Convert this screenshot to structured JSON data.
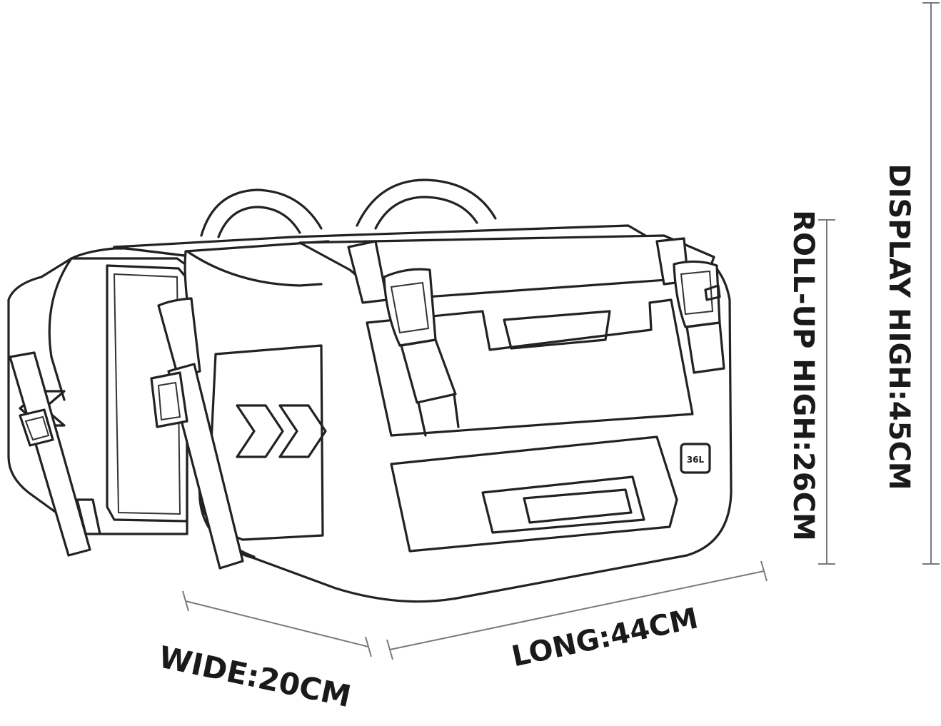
{
  "dimensions": {
    "wide": {
      "label": "WIDE:20CM",
      "value": 20,
      "unit": "CM"
    },
    "long": {
      "label": "LONG:44CM",
      "value": 44,
      "unit": "CM"
    },
    "rollup_high": {
      "label": "ROLL-UP HIGH:26CM",
      "value": 26,
      "unit": "CM"
    },
    "display_high": {
      "label": "DISPLAY HIGH:45CM",
      "value": 45,
      "unit": "CM"
    }
  },
  "product": {
    "badge_text": "36L"
  },
  "colors": {
    "line": "#222222",
    "dimension_line": "#7a7a7a",
    "background": "#ffffff"
  }
}
